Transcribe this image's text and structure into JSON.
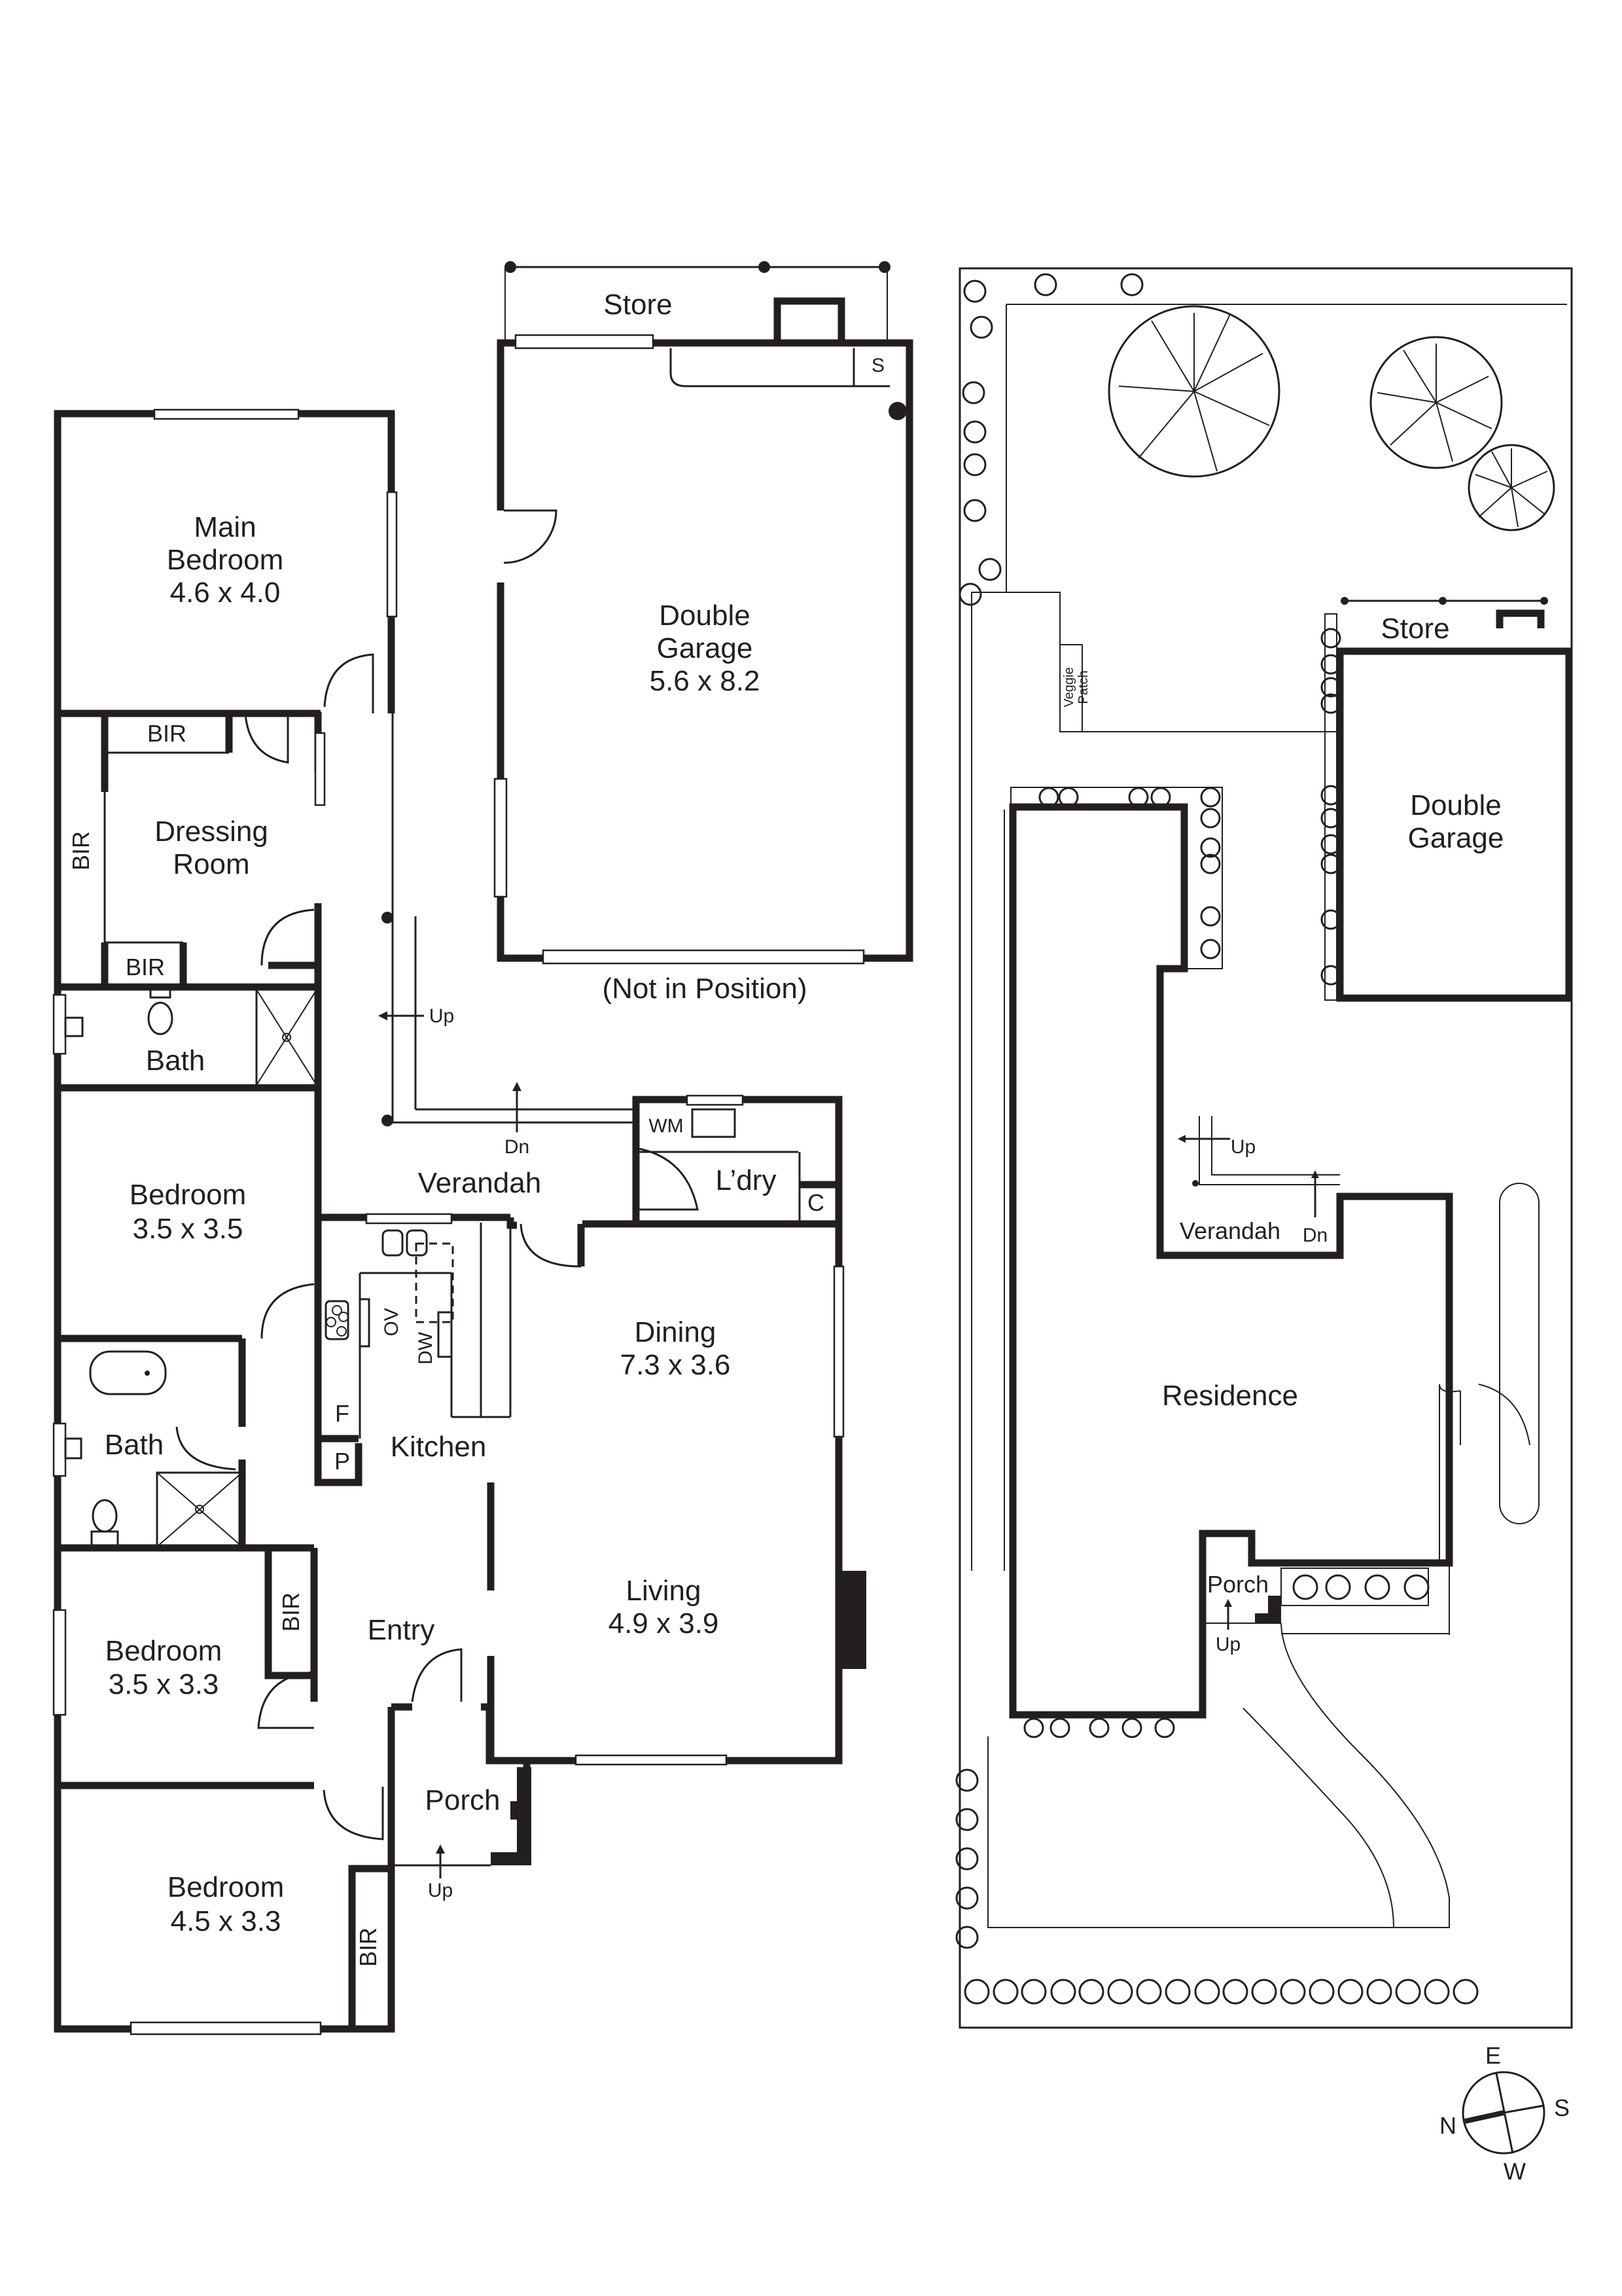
{
  "floor_plan": {
    "rooms": {
      "main_bedroom": {
        "name_1": "Main",
        "name_2": "Bedroom",
        "size": "4.6 x 4.0"
      },
      "dressing_room": {
        "name_1": "Dressing",
        "name_2": "Room"
      },
      "bir_dressing_top": "BIR",
      "bir_dressing_side": "BIR",
      "bir_dressing_bottom": "BIR",
      "bath_1": "Bath",
      "bedroom_2": {
        "name": "Bedroom",
        "size": "3.5 x 3.5"
      },
      "bath_2": "Bath",
      "bedroom_3": {
        "name": "Bedroom",
        "size": "3.5 x 3.3"
      },
      "bir_bedroom_3": "BIR",
      "bedroom_4": {
        "name": "Bedroom",
        "size": "4.5 x 3.3"
      },
      "bir_bedroom_4": "BIR",
      "entry": "Entry",
      "porch": "Porch",
      "porch_up": "Up",
      "living": {
        "name": "Living",
        "size": "4.9 x 3.9"
      },
      "dining": {
        "name": "Dining",
        "size": "7.3 x 3.6"
      },
      "kitchen": "Kitchen",
      "fridge": "F",
      "pantry": "P",
      "oven": "OV",
      "dishwasher": "DW",
      "verandah": "Verandah",
      "verandah_up": "Up",
      "verandah_dn": "Dn",
      "laundry": "L’dry",
      "washing_machine": "WM",
      "cupboard": "C",
      "store": "Store",
      "store_s": "S",
      "double_garage": {
        "name_1": "Double",
        "name_2": "Garage",
        "size": "5.6 x 8.2"
      },
      "garage_note": "(Not in Position)"
    }
  },
  "site_plan": {
    "veggie_patch_1": "Veggie",
    "veggie_patch_2": "Patch",
    "store": "Store",
    "double_garage_1": "Double",
    "double_garage_2": "Garage",
    "residence": "Residence",
    "verandah": "Verandah",
    "verandah_up": "Up",
    "verandah_dn": "Dn",
    "porch": "Porch",
    "porch_up": "Up"
  },
  "compass": {
    "north": "N",
    "east": "E",
    "south": "S",
    "west": "W"
  }
}
